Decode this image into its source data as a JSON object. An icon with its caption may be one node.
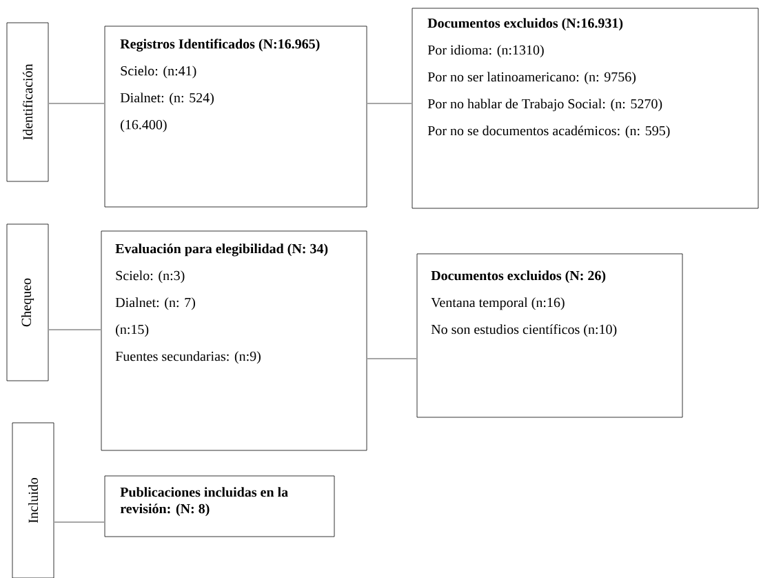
{
  "diagram": {
    "nodes": [
      {
        "text": [
          "Identificación"
        ]
      },
      {
        "text": [
          "Registros Identificados (N:16.965)",
          "Scielo: (n:41)",
          "Dialnet: (n: 524)",
          "(16.400)"
        ]
      },
      {
        "text": [
          "Documentos excluidos (N:16.931)",
          "Por idioma: (n:1310)",
          "Por no ser latinoamericano: (n: 9756)",
          "Por no hablar de Trabajo Social: (n: 5270)",
          "Por no se documentos académicos: (n: 595)"
        ]
      },
      {
        "text": [
          "Chequeo"
        ]
      },
      {
        "text": [
          "Evaluación para elegibilidad (N: 34)",
          "Scielo: (n:3)",
          "Dialnet: (n: 7)",
          "(n:15)",
          "Fuentes secundarias: (n:9)"
        ]
      },
      {
        "text": [
          "Documentos excluidos (N: 26)",
          "Ventana temporal (n:16)",
          "No son estudios científicos (n:10)"
        ]
      },
      {
        "text": [
          "Incluido"
        ]
      },
      {
        "text": [
          "Publicaciones incluidas en la revisión: (N: 8)"
        ]
      }
    ],
    "edges": [
      {
        "from": 0,
        "to": 1,
        "arrow": "none"
      },
      {
        "from": 1,
        "to": 2,
        "arrow": "none"
      },
      {
        "from": 3,
        "to": 4,
        "arrow": "none"
      },
      {
        "from": 4,
        "to": 5,
        "arrow": "none"
      },
      {
        "from": 6,
        "to": 7,
        "arrow": "none"
      }
    ]
  }
}
